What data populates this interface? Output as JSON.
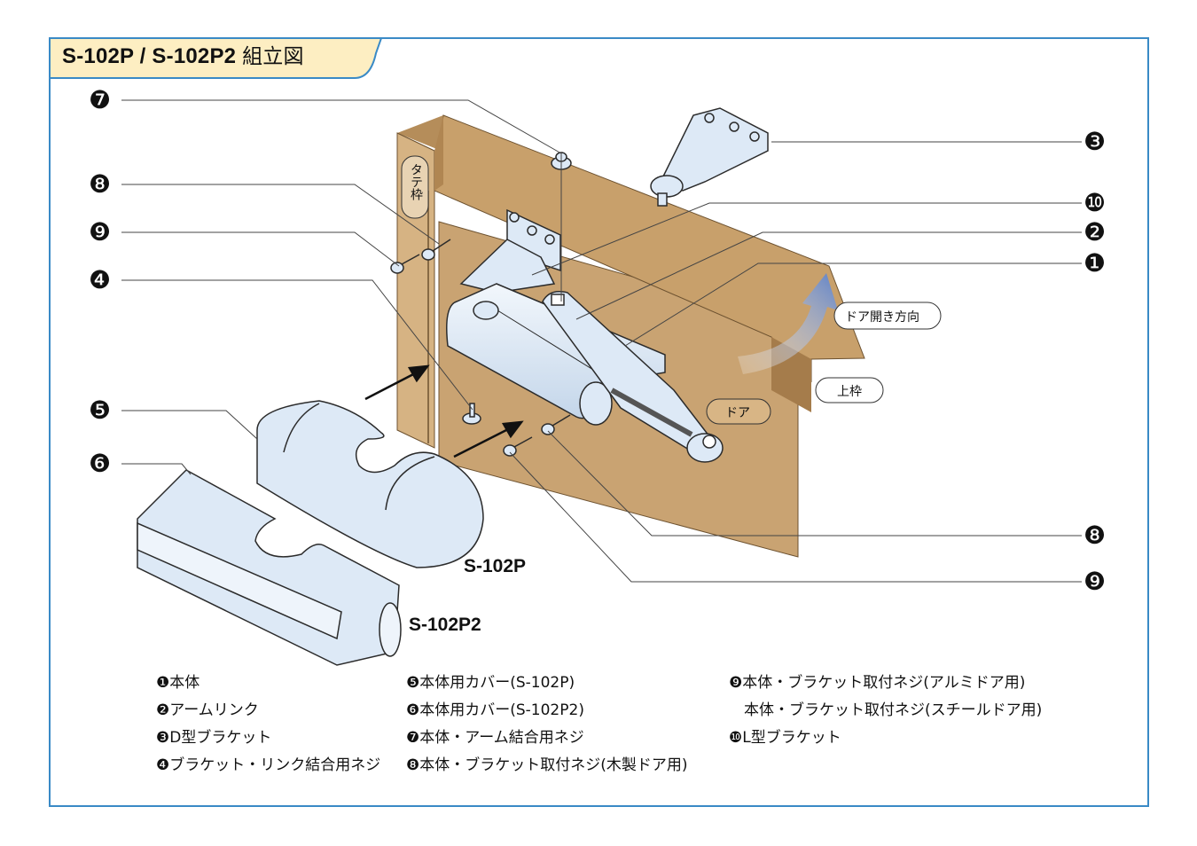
{
  "title": {
    "model": "S-102P / S-102P2",
    "suffix": "組立図"
  },
  "callouts": {
    "c1": "❶",
    "c2": "❷",
    "c3": "❸",
    "c4": "❹",
    "c5": "❺",
    "c6": "❻",
    "c7": "❼",
    "c8": "❽",
    "c9": "❾",
    "c10": "❿"
  },
  "labels": {
    "vertical_frame": "タテ枠",
    "door_direction": "ドア開き方向",
    "top_frame": "上枠",
    "door": "ドア",
    "cover_p": "S-102P",
    "cover_p2": "S-102P2"
  },
  "legend": {
    "col1": [
      "❶本体",
      "❷アームリンク",
      "❸D型ブラケット",
      "❹ブラケット・リンク結合用ネジ"
    ],
    "col2": [
      "❺本体用カバー(S-102P)",
      "❻本体用カバー(S-102P2)",
      "❼本体・アーム結合用ネジ",
      "❽本体・ブラケット取付ネジ(木製ドア用)"
    ],
    "col3": [
      "❾本体・ブラケット取付ネジ(アルミドア用)",
      "　本体・ブラケット取付ネジ(スチールドア用)",
      "❿L型ブラケット"
    ]
  },
  "colors": {
    "frame_border": "#3a8ac6",
    "tab_fill": "#fdeec2",
    "wood": "#c59f6e",
    "wood_dark": "#a8804f",
    "wood_light": "#d9b889",
    "part_fill": "#dde9f6",
    "part_stroke": "#2b2b2b",
    "arrow_blue": "#6f8fcf"
  }
}
